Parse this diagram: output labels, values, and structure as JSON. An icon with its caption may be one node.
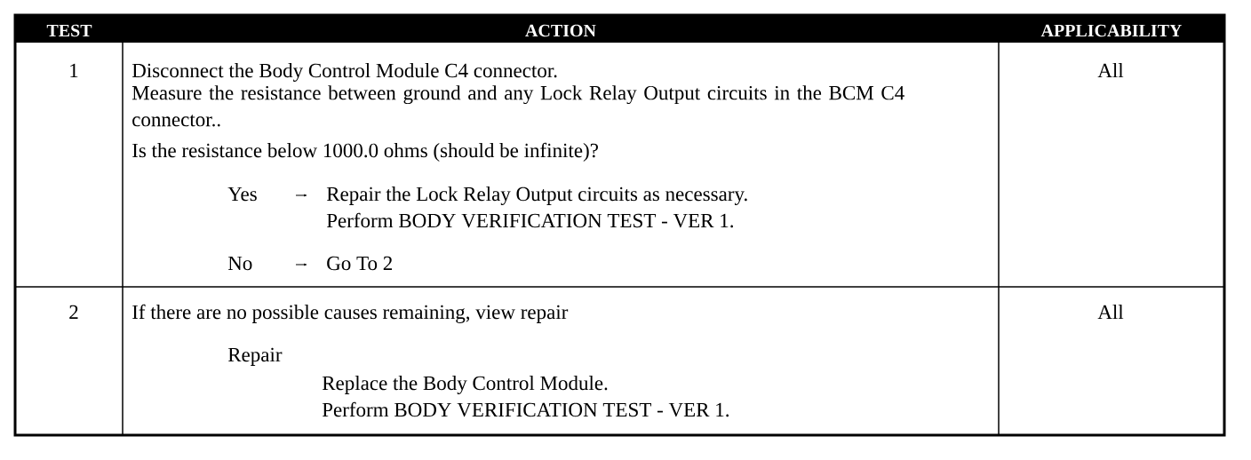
{
  "diagram": {
    "labels": [
      "TEST",
      "ACTION",
      "APPLICABILITY",
      "1",
      "Disconnect the Body Control Module C4 connector.",
      "Measure the resistance between ground and any Lock Relay Output circuits in the BCM C4 connector..",
      "Is the resistance below 1000.0 ohms (should be infinite)?",
      "Yes",
      "Repair the Lock Relay Output circuits as necessary.",
      "Perform BODY VERIFICATION TEST - VER 1.",
      "No",
      "Go To 2",
      "All",
      "2",
      "If there are no possible causes remaining, view repair",
      "Repair",
      "Replace the Body Control Module.",
      "Perform BODY VERIFICATION TEST - VER 1.",
      "All"
    ]
  }
}
